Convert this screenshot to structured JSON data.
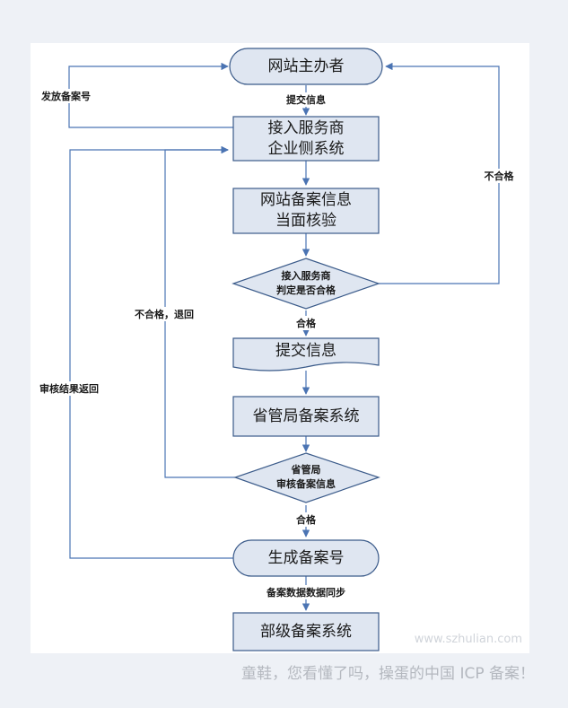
{
  "nodes": {
    "sponsor": "网站主办者",
    "isp_system_1": "接入服务商",
    "isp_system_2": "企业侧系统",
    "onsite_check_1": "网站备案信息",
    "onsite_check_2": "当面核验",
    "isp_judge_1": "接入服务商",
    "isp_judge_2": "判定是否合格",
    "submit_info": "提交信息",
    "province_system": "省管局备案系统",
    "province_review_1": "省管局",
    "province_review_2": "审核备案信息",
    "generate_number": "生成备案号",
    "ministry_system": "部级备案系统"
  },
  "edges": {
    "submit_info": "提交信息",
    "issue_number": "发放备案号",
    "not_qualified": "不合格",
    "qualified_1": "合格",
    "not_qualified_return": "不合格，退回",
    "audit_result_return": "审核结果返回",
    "qualified_2": "合格",
    "data_sync": "备案数据数据同步"
  },
  "watermark": "www.szhulian.com",
  "caption": "童鞋，您看懂了吗，操蛋的中国 ICP 备案！",
  "colors": {
    "page_background": "#eef1f6",
    "diagram_background": "#ffffff",
    "node_fill": "#dfe6f1",
    "node_stroke": "#3b5b8a",
    "edge": "#4b74b3"
  }
}
